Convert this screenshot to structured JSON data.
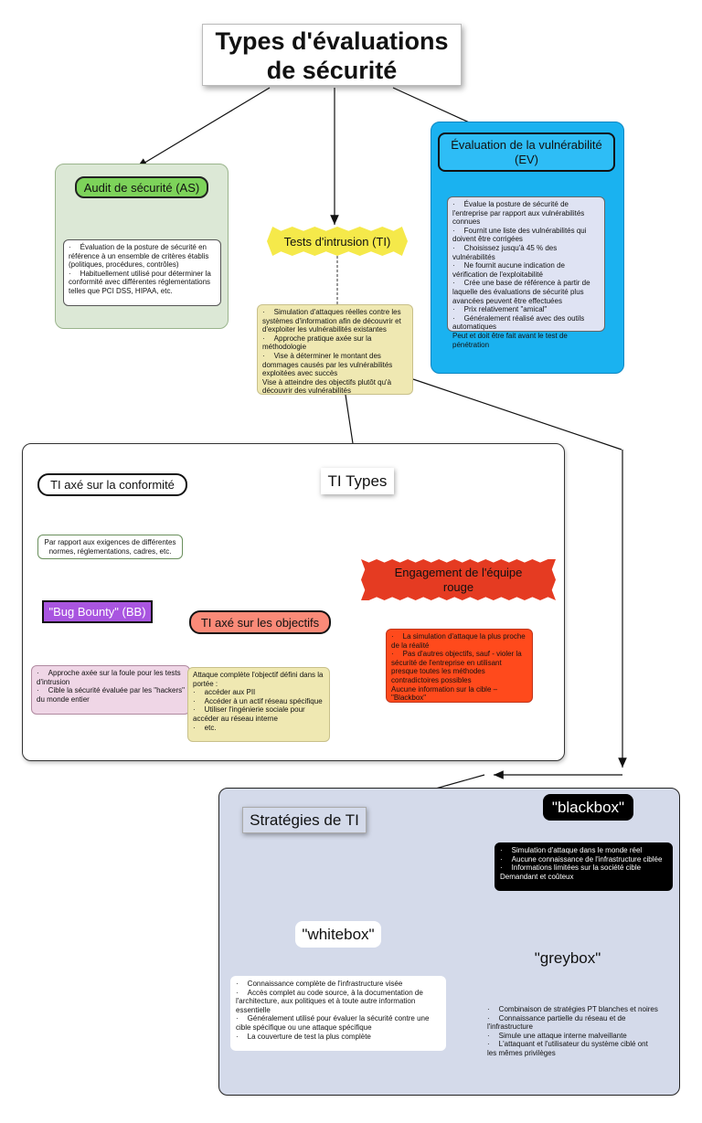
{
  "title": "Types d'évaluations de sécurité",
  "audit": {
    "label": "Audit de sécurité (AS)",
    "items": [
      "Évaluation de la posture de sécurité en référence à un ensemble de critères établis (politiques, procédures, contrôles)",
      "Habituellement utilisé pour déterminer la conformité avec différentes réglementations telles que PCI DSS, HIPAA, etc."
    ]
  },
  "tests": {
    "label": "Tests d'intrusion (TI)",
    "items": [
      "Simulation d'attaques réelles contre les systèmes d'information afin de découvrir et d'exploiter les vulnérabilités existantes",
      "Approche pratique axée sur la méthodologie",
      "Vise à déterminer le montant des dommages causés par les vulnérabilités exploitées avec succès"
    ],
    "extra": "Vise à atteindre des objectifs plutôt qu'à découvrir des vulnérabilités"
  },
  "ev": {
    "label": "Évaluation de la vulnérabilité (EV)",
    "items": [
      "Évalue la posture de sécurité de l'entreprise par rapport aux vulnérabilités connues",
      "Fournit une liste des vulnérabilités qui doivent être corrigées",
      "Choisissez jusqu'à 45 % des vulnérabilités",
      "Ne fournit aucune indication de vérification de l'exploitabilité",
      "Crée une base de référence à partir de laquelle des évaluations de sécurité plus avancées peuvent être effectuées",
      "Prix relativement \"amical\"",
      "Généralement réalisé avec des outils automatiques"
    ],
    "extra": "Peut et doit être fait avant le test de pénétration"
  },
  "ti_types": {
    "label": "TI Types",
    "conformite": {
      "label": "TI axé sur la conformité",
      "text": "Par rapport aux exigences de différentes normes, réglementations, cadres, etc."
    },
    "bb": {
      "label": "\"Bug Bounty\" (BB)",
      "items": [
        "Approche axée sur la foule pour les tests d'intrusion",
        "Cible la sécurité évaluée par les \"hackers\" du monde entier"
      ]
    },
    "objectifs": {
      "label": "TI axé sur les objectifs",
      "intro": "Attaque complète l'objectif défini dans la portée :",
      "items": [
        "accéder aux PII",
        "Accéder à un actif réseau spécifique",
        "Utiliser l'ingénierie sociale pour accéder au réseau interne",
        "etc."
      ]
    },
    "rouge": {
      "label": "Engagement de l'équipe rouge",
      "items": [
        "La simulation d'attaque la plus proche de la réalité",
        "Pas d'autres objectifs, sauf - violer la sécurité de l'entreprise en utilisant presque toutes les méthodes contradictoires possibles"
      ],
      "extra": "Aucune information sur la cible – \"Blackbox\""
    }
  },
  "strategies": {
    "label": "Stratégies de TI",
    "blackbox": {
      "label": "\"blackbox\"",
      "items": [
        "Simulation d'attaque dans le monde réel",
        "Aucune connaissance de l'infrastructure ciblée",
        "Informations limitées sur la société cible"
      ],
      "extra": "Demandant et coûteux"
    },
    "whitebox": {
      "label": "\"whitebox\"",
      "items": [
        "Connaissance complète de l'infrastructure visée",
        "Accès complet au code source, à la documentation de l'architecture, aux politiques et à toute autre information essentielle",
        "Généralement utilisé pour évaluer la sécurité contre une cible spécifique ou une attaque spécifique",
        "La couverture de test la plus complète"
      ]
    },
    "greybox": {
      "label": "\"greybox\"",
      "items": [
        "Combinaison de stratégies PT blanches et noires",
        "Connaissance partielle du réseau et de l'infrastructure",
        "Simule une attaque interne malveillante",
        "L'attaquant et l'utilisateur du système ciblé ont les mêmes privilèges"
      ]
    }
  },
  "colors": {
    "audit_bg": "#dce8d6",
    "audit_pill": "#7dd35a",
    "ev_bg": "#1ab2f0",
    "ev_note": "#dfe3f3",
    "tests_pill": "#f5e94a",
    "tests_note": "#efe8b2",
    "bb_pill": "#a955e0",
    "bb_note": "#efd6e6",
    "obj_pill": "#fa8a78",
    "obj_note": "#efe8b2",
    "rouge_pill": "#e53b22",
    "rouge_note": "#ff4a1c",
    "strat_bg": "#d4daea",
    "blackbox": "#000000"
  }
}
